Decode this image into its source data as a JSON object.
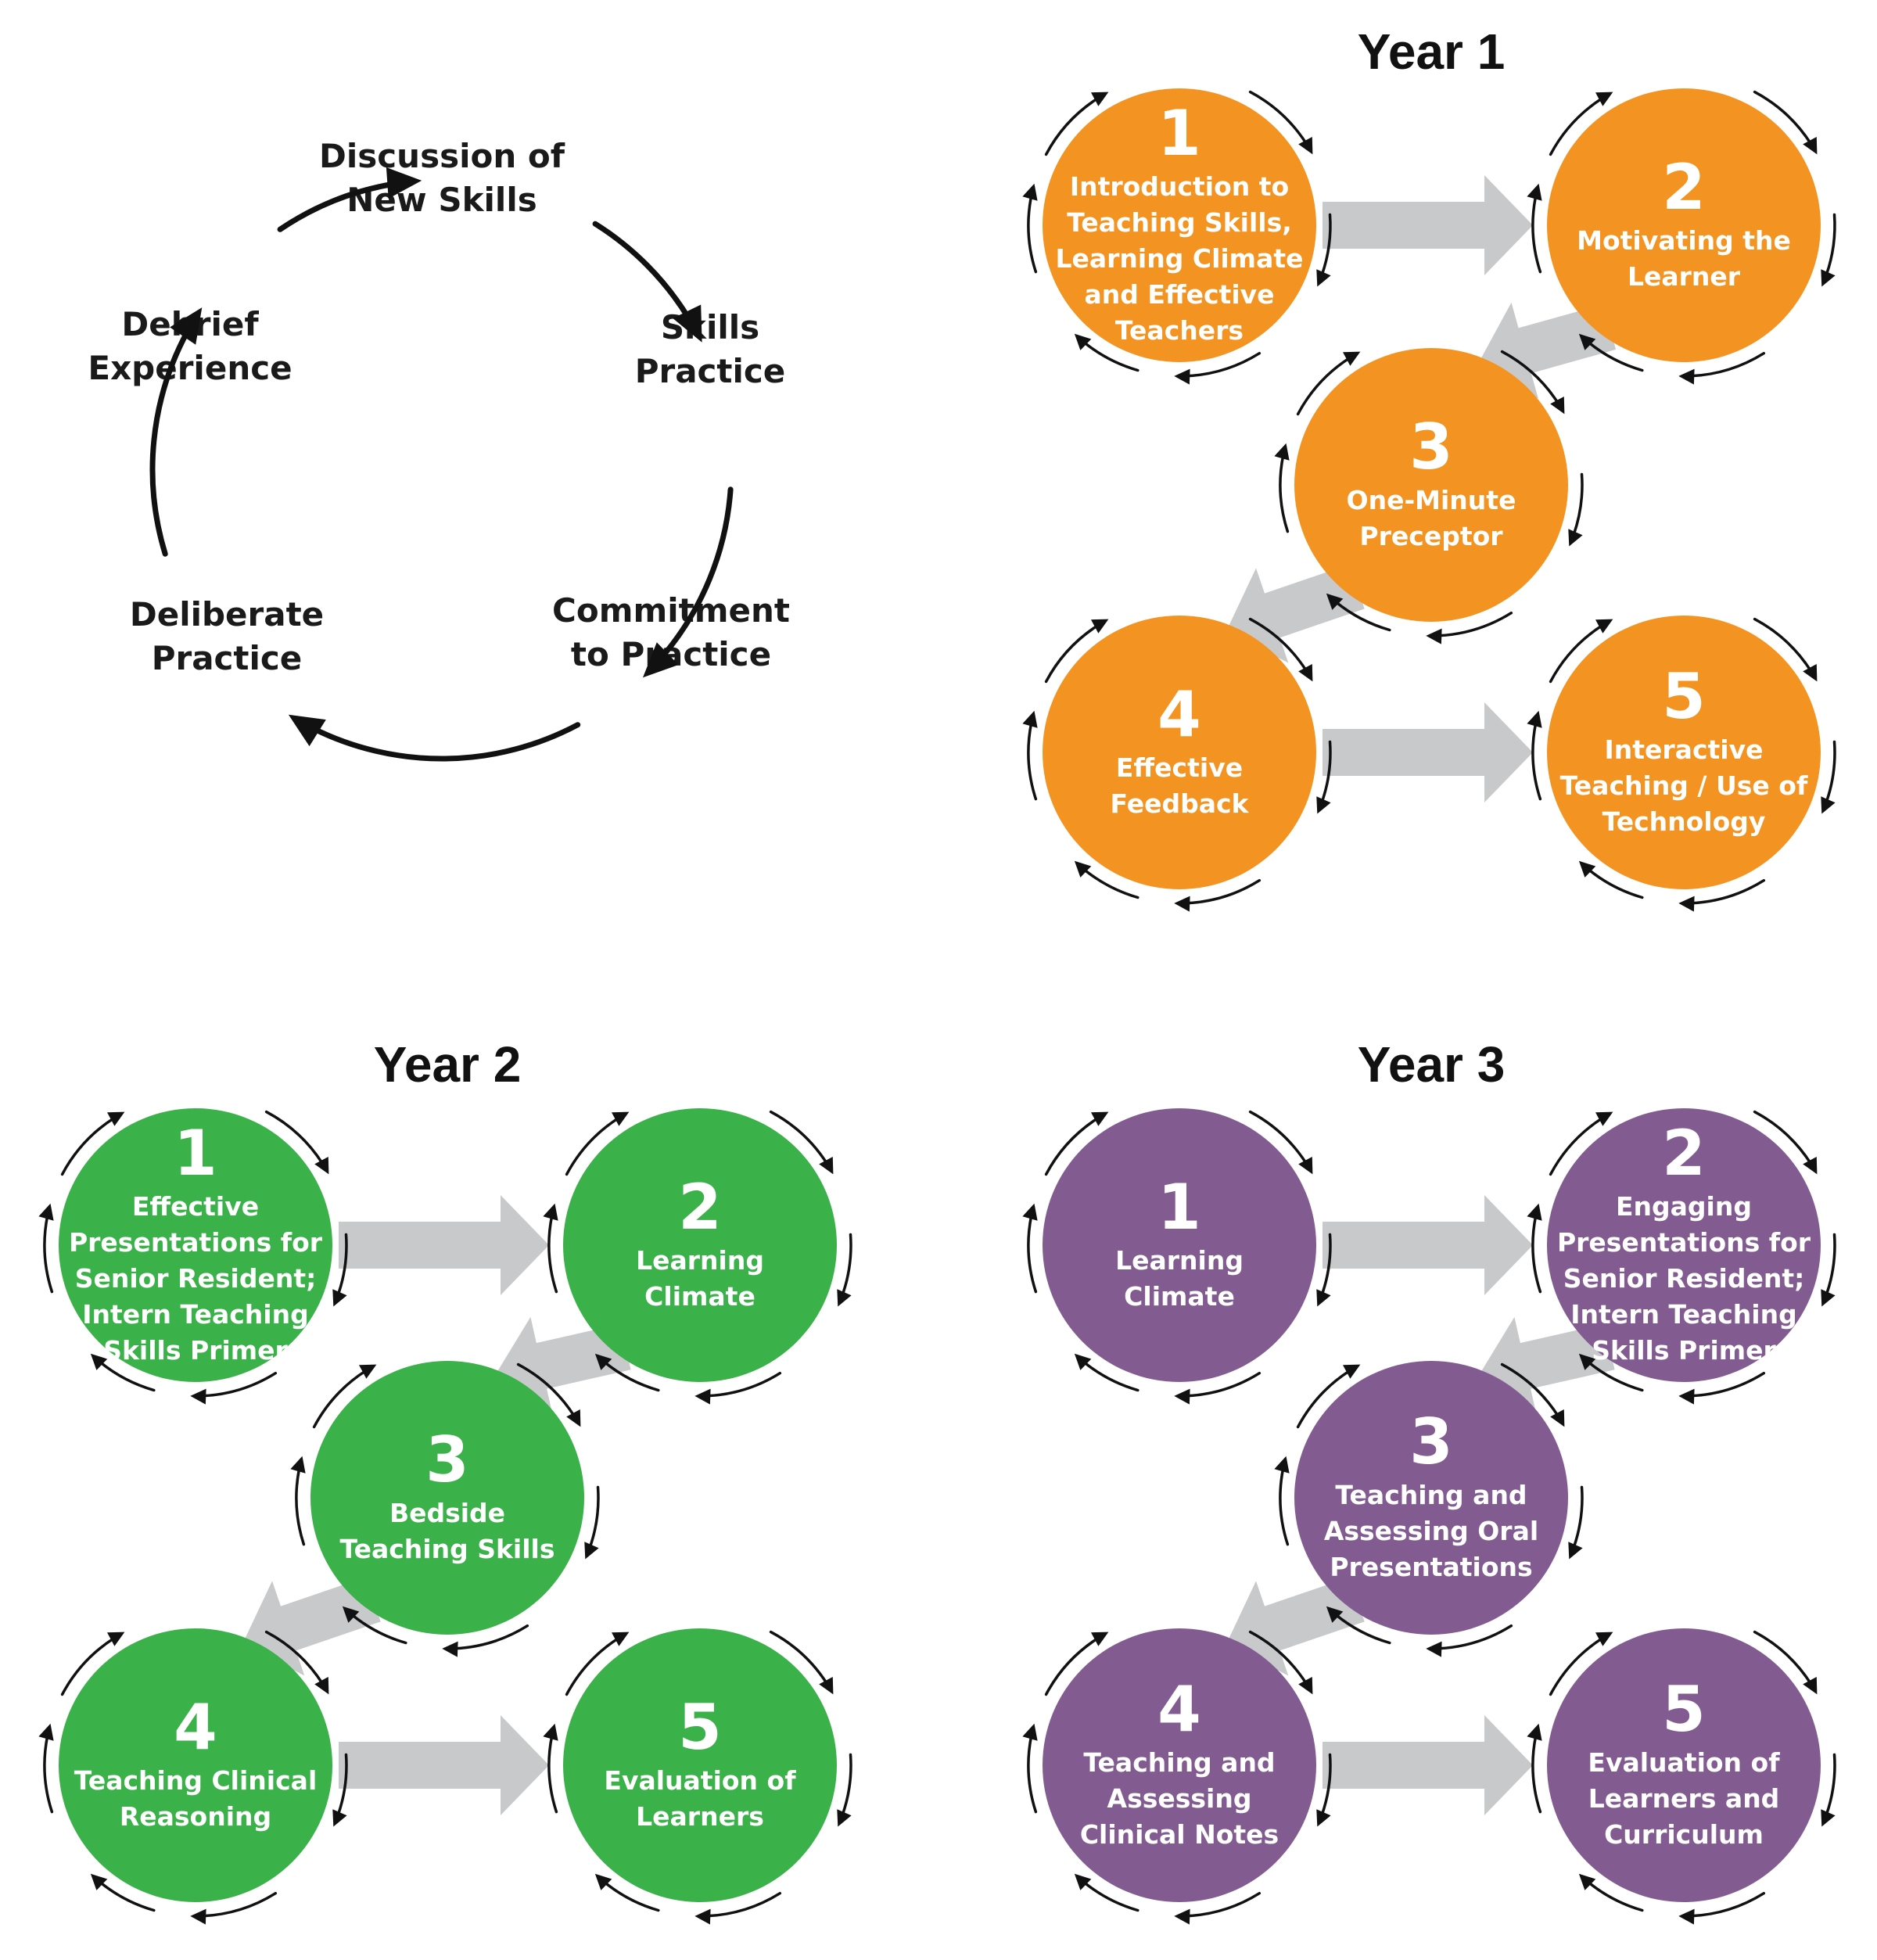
{
  "colors": {
    "year1": "#F39422",
    "year2": "#3BB14A",
    "year3": "#825C91",
    "connector": "#C8C9CA",
    "ink": "#111111"
  },
  "cycle": {
    "steps": [
      {
        "id": "discussion",
        "lines": [
          "Discussion of",
          "New Skills"
        ]
      },
      {
        "id": "skills-practice",
        "lines": [
          "Skills",
          "Practice"
        ]
      },
      {
        "id": "commitment",
        "lines": [
          "Commitment",
          "to Practice"
        ]
      },
      {
        "id": "deliberate",
        "lines": [
          "Deliberate",
          "Practice"
        ]
      },
      {
        "id": "debrief",
        "lines": [
          "Debrief",
          "Experience"
        ]
      }
    ]
  },
  "years": [
    {
      "title": "Year 1",
      "color_key": "year1",
      "sessions": [
        {
          "number": "1",
          "lines": [
            "Introduction to",
            "Teaching Skills,",
            "Learning Climate",
            "and Effective",
            "Teachers"
          ]
        },
        {
          "number": "2",
          "lines": [
            "Motivating the",
            "Learner"
          ]
        },
        {
          "number": "3",
          "lines": [
            "One-Minute",
            "Preceptor"
          ]
        },
        {
          "number": "4",
          "lines": [
            "Effective",
            "Feedback"
          ]
        },
        {
          "number": "5",
          "lines": [
            "Interactive",
            "Teaching / Use of",
            "Technology"
          ]
        }
      ]
    },
    {
      "title": "Year 2",
      "color_key": "year2",
      "sessions": [
        {
          "number": "1",
          "lines": [
            "Effective",
            "Presentations for",
            "Senior Resident;",
            "Intern Teaching",
            "Skills Primer"
          ]
        },
        {
          "number": "2",
          "lines": [
            "Learning",
            "Climate"
          ]
        },
        {
          "number": "3",
          "lines": [
            "Bedside",
            "Teaching Skills"
          ]
        },
        {
          "number": "4",
          "lines": [
            "Teaching Clinical",
            "Reasoning"
          ]
        },
        {
          "number": "5",
          "lines": [
            "Evaluation of",
            "Learners"
          ]
        }
      ]
    },
    {
      "title": "Year 3",
      "color_key": "year3",
      "sessions": [
        {
          "number": "1",
          "lines": [
            "Learning",
            "Climate"
          ]
        },
        {
          "number": "2",
          "lines": [
            "Engaging",
            "Presentations for",
            "Senior Resident;",
            "Intern Teaching",
            "Skills Primer"
          ]
        },
        {
          "number": "3",
          "lines": [
            "Teaching and",
            "Assessing Oral",
            "Presentations"
          ]
        },
        {
          "number": "4",
          "lines": [
            "Teaching and",
            "Assessing",
            "Clinical Notes"
          ]
        },
        {
          "number": "5",
          "lines": [
            "Evaluation of",
            "Learners and",
            "Curriculum"
          ]
        }
      ]
    }
  ]
}
